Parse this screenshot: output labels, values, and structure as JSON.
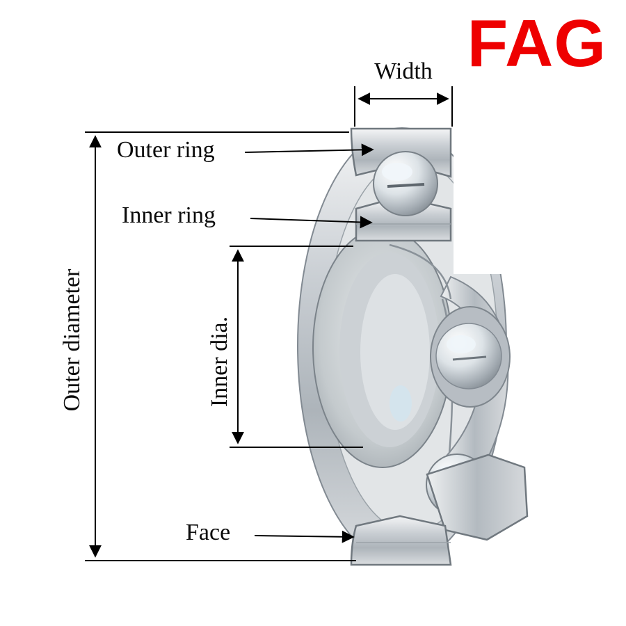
{
  "logo": {
    "text": "FAG",
    "color": "#ee0000"
  },
  "labels": {
    "width": "Width",
    "outer_ring": "Outer ring",
    "inner_ring": "Inner ring",
    "outer_diameter": "Outer diameter",
    "inner_dia": "Inner dia.",
    "face": "Face"
  },
  "illustration": {
    "name": "ball-bearing-cutaway",
    "colors": {
      "metal_light": "#f4f5f6",
      "metal_mid": "#b9bfc5",
      "metal_dark": "#8d959c",
      "annotation_line": "#000000"
    }
  }
}
